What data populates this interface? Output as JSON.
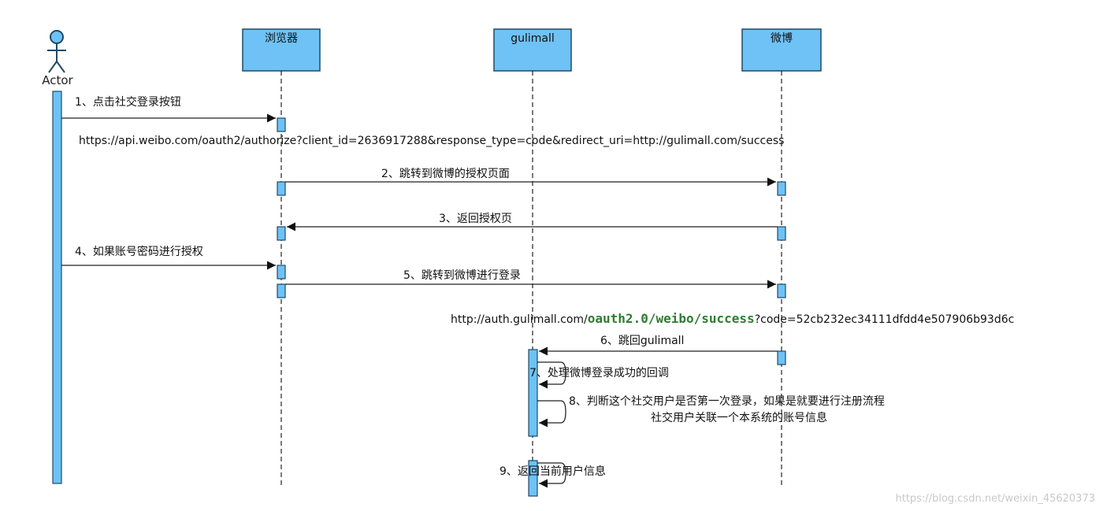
{
  "actor": {
    "name": "Actor"
  },
  "participants": [
    {
      "id": "browser",
      "name": "浏览器"
    },
    {
      "id": "gulimall",
      "name": "gulimall"
    },
    {
      "id": "weibo",
      "name": "微博"
    }
  ],
  "messages": [
    {
      "id": "m1",
      "label": "1、点击社交登录按钮"
    },
    {
      "id": "m2",
      "label": "2、跳转到微博的授权页面"
    },
    {
      "id": "m3",
      "label": "3、返回授权页"
    },
    {
      "id": "m4",
      "label": "4、如果账号密码进行授权"
    },
    {
      "id": "m5",
      "label": "5、跳转到微博进行登录"
    },
    {
      "id": "m6",
      "label": "6、跳回gulimall"
    },
    {
      "id": "m7",
      "label": "7、处理微博登录成功的回调"
    },
    {
      "id": "m8",
      "label": "8、判断这个社交用户是否第一次登录，如果是就要进行注册流程",
      "label2": "社交用户关联一个本系统的账号信息"
    },
    {
      "id": "m9",
      "label": "9、返回当前用户信息"
    }
  ],
  "notes": {
    "authorize_url": "https://api.weibo.com/oauth2/authorize?client_id=2636917288&response_type=code&redirect_uri=http://gulimall.com/success",
    "callback_prefix": "http://auth.gulimall.com/",
    "callback_path": "oauth2.0/weibo/success",
    "callback_suffix": "?code=52cb232ec34111dfdd4e507906b93d6c"
  },
  "watermark": "https://blog.csdn.net/weixin_45620373",
  "colors": {
    "box_fill": "#6ec2f5",
    "box_stroke": "#1f4a66",
    "line": "#222222",
    "code_green": "#2e7d32"
  }
}
